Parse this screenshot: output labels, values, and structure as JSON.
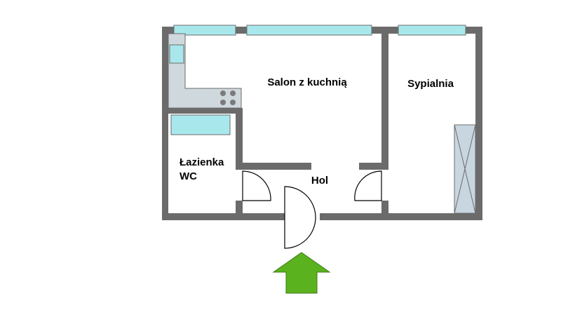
{
  "rooms": {
    "living": "Salon z kuchnią",
    "bedroom": "Sypialnia",
    "bathroom_line1": "Łazienka",
    "bathroom_line2": "WC",
    "hall": "Hol"
  },
  "colors": {
    "wall": "#6b6b6b",
    "floor": "#ffffff",
    "window": "#a8e8ec",
    "counter": "#cfd8dd",
    "wardrobe": "#c8d6e0",
    "entrance_arrow": "#5ab31e"
  },
  "icons": {
    "entrance": "up-arrow-icon",
    "stove": "stove-icon",
    "bathtub": "bathtub-icon",
    "wardrobe": "wardrobe-icon"
  }
}
